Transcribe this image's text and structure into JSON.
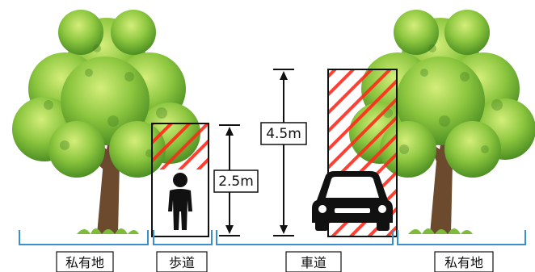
{
  "measurements": {
    "sidewalk_clearance": "2.5m",
    "roadway_clearance": "4.5m"
  },
  "zones": {
    "private_left": "私有地",
    "sidewalk": "歩道",
    "roadway": "車道",
    "private_right": "私有地"
  },
  "colors": {
    "hatch": "#ff2a1a",
    "foliage": "#8cc63f",
    "trunk": "#6b4a2e",
    "outline": "#111111"
  }
}
